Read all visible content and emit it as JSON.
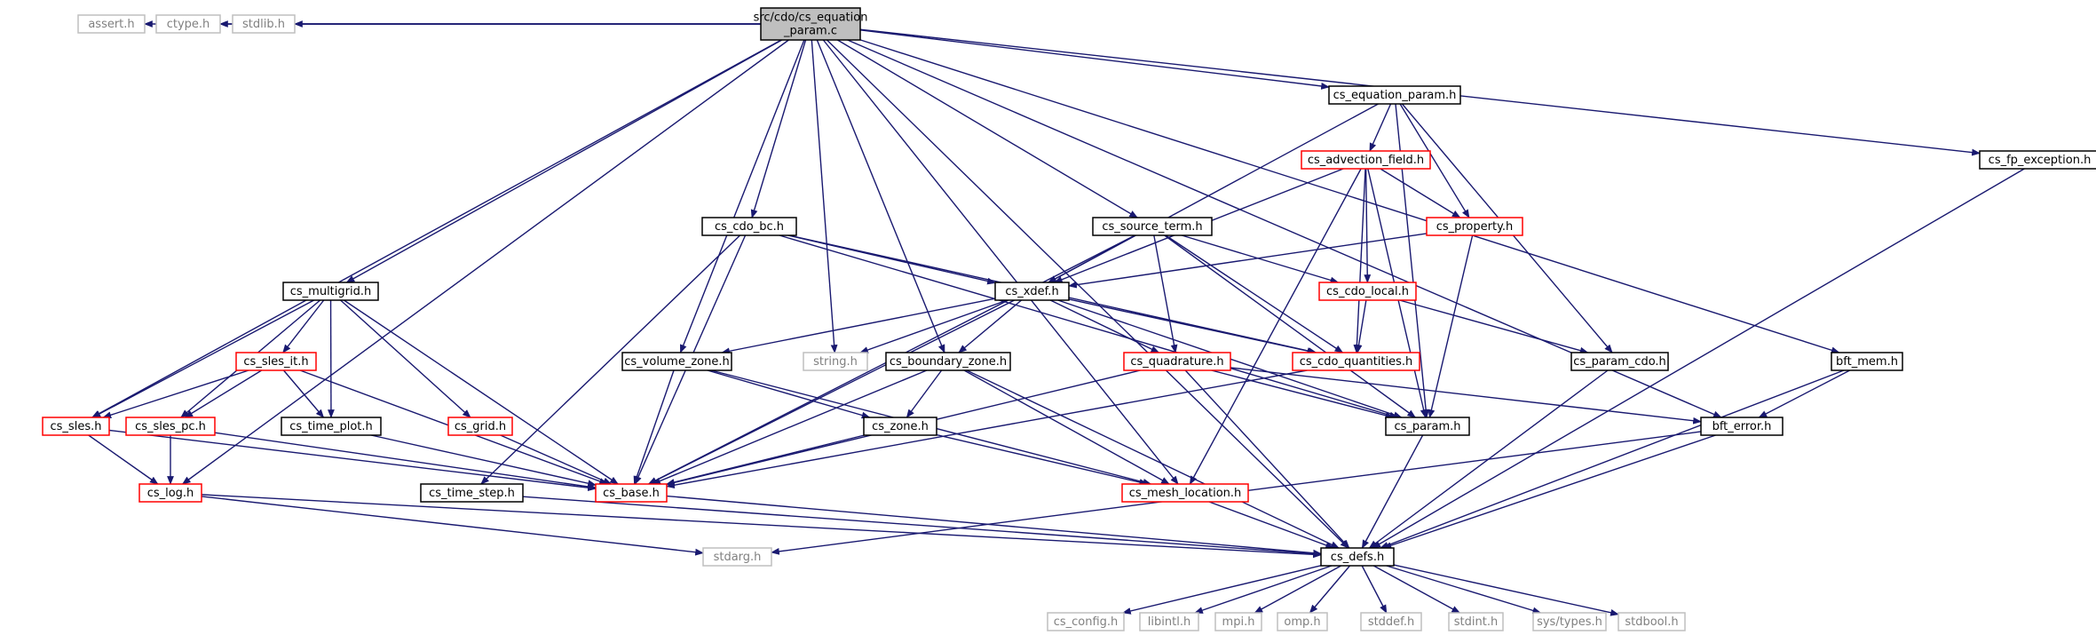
{
  "colors": {
    "root_fill": "#bfbfbf",
    "edge": "#191970",
    "plain_border": "#000000",
    "link_border": "#ff0000",
    "system_border": "#bfbfbf",
    "system_text": "#808080"
  },
  "nodes": {
    "root": {
      "label": [
        "src/cdo/cs_equation",
        "_param.c"
      ],
      "kind": "root"
    },
    "assert": {
      "label": "assert.h",
      "kind": "system"
    },
    "ctype": {
      "label": "ctype.h",
      "kind": "system"
    },
    "stdlib": {
      "label": "stdlib.h",
      "kind": "system"
    },
    "string": {
      "label": "string.h",
      "kind": "system"
    },
    "eqparam": {
      "label": "cs_equation_param.h",
      "kind": "plain"
    },
    "fpexc": {
      "label": "cs_fp_exception.h",
      "kind": "plain"
    },
    "advf": {
      "label": "cs_advection_field.h",
      "kind": "link"
    },
    "cdobc": {
      "label": "cs_cdo_bc.h",
      "kind": "plain"
    },
    "srcterm": {
      "label": "cs_source_term.h",
      "kind": "plain"
    },
    "property": {
      "label": "cs_property.h",
      "kind": "link"
    },
    "multigrid": {
      "label": "cs_multigrid.h",
      "kind": "plain"
    },
    "xdef": {
      "label": "cs_xdef.h",
      "kind": "plain"
    },
    "cdolocal": {
      "label": "cs_cdo_local.h",
      "kind": "link"
    },
    "slesit": {
      "label": "cs_sles_it.h",
      "kind": "link"
    },
    "volzone": {
      "label": "cs_volume_zone.h",
      "kind": "plain"
    },
    "bndzone": {
      "label": "cs_boundary_zone.h",
      "kind": "plain"
    },
    "quad": {
      "label": "cs_quadrature.h",
      "kind": "link"
    },
    "cdoq": {
      "label": "cs_cdo_quantities.h",
      "kind": "link"
    },
    "paramcdo": {
      "label": "cs_param_cdo.h",
      "kind": "plain"
    },
    "bftmem": {
      "label": "bft_mem.h",
      "kind": "plain"
    },
    "sles": {
      "label": "cs_sles.h",
      "kind": "link"
    },
    "slespc": {
      "label": "cs_sles_pc.h",
      "kind": "link"
    },
    "timeplot": {
      "label": "cs_time_plot.h",
      "kind": "plain"
    },
    "grid": {
      "label": "cs_grid.h",
      "kind": "link"
    },
    "zone": {
      "label": "cs_zone.h",
      "kind": "plain"
    },
    "param": {
      "label": "cs_param.h",
      "kind": "plain"
    },
    "bfterr": {
      "label": "bft_error.h",
      "kind": "plain"
    },
    "log": {
      "label": "cs_log.h",
      "kind": "link"
    },
    "timestep": {
      "label": "cs_time_step.h",
      "kind": "plain"
    },
    "base": {
      "label": "cs_base.h",
      "kind": "link"
    },
    "meshloc": {
      "label": "cs_mesh_location.h",
      "kind": "link"
    },
    "stdarg": {
      "label": "stdarg.h",
      "kind": "system"
    },
    "defs": {
      "label": "cs_defs.h",
      "kind": "plain"
    },
    "config": {
      "label": "cs_config.h",
      "kind": "system"
    },
    "libintl": {
      "label": "libintl.h",
      "kind": "system"
    },
    "mpi": {
      "label": "mpi.h",
      "kind": "system"
    },
    "omp": {
      "label": "omp.h",
      "kind": "system"
    },
    "stddef": {
      "label": "stddef.h",
      "kind": "system"
    },
    "stdint": {
      "label": "stdint.h",
      "kind": "system"
    },
    "systypes": {
      "label": "sys/types.h",
      "kind": "system"
    },
    "stdbool": {
      "label": "stdbool.h",
      "kind": "system"
    }
  },
  "edges": [
    [
      "root",
      "assert"
    ],
    [
      "root",
      "ctype"
    ],
    [
      "root",
      "stdlib"
    ],
    [
      "root",
      "string"
    ],
    [
      "root",
      "eqparam"
    ],
    [
      "root",
      "fpexc"
    ],
    [
      "root",
      "cdobc"
    ],
    [
      "root",
      "srcterm"
    ],
    [
      "root",
      "multigrid"
    ],
    [
      "root",
      "volzone"
    ],
    [
      "root",
      "bndzone"
    ],
    [
      "root",
      "sles"
    ],
    [
      "root",
      "log"
    ],
    [
      "root",
      "meshloc"
    ],
    [
      "root",
      "bfterr"
    ],
    [
      "root",
      "bftmem"
    ],
    [
      "root",
      "defs"
    ],
    [
      "eqparam",
      "advf"
    ],
    [
      "eqparam",
      "property"
    ],
    [
      "eqparam",
      "xdef"
    ],
    [
      "eqparam",
      "paramcdo"
    ],
    [
      "eqparam",
      "param"
    ],
    [
      "fpexc",
      "defs"
    ],
    [
      "advf",
      "property"
    ],
    [
      "advf",
      "cdolocal"
    ],
    [
      "advf",
      "cdoq"
    ],
    [
      "advf",
      "xdef"
    ],
    [
      "advf",
      "param"
    ],
    [
      "advf",
      "meshloc"
    ],
    [
      "cdobc",
      "xdef"
    ],
    [
      "cdobc",
      "cdoq"
    ],
    [
      "cdobc",
      "base"
    ],
    [
      "cdobc",
      "param"
    ],
    [
      "cdobc",
      "timestep"
    ],
    [
      "srcterm",
      "xdef"
    ],
    [
      "srcterm",
      "cdolocal"
    ],
    [
      "srcterm",
      "cdoq"
    ],
    [
      "srcterm",
      "quad"
    ],
    [
      "srcterm",
      "param"
    ],
    [
      "srcterm",
      "base"
    ],
    [
      "property",
      "xdef"
    ],
    [
      "property",
      "param"
    ],
    [
      "multigrid",
      "slesit"
    ],
    [
      "multigrid",
      "slespc"
    ],
    [
      "multigrid",
      "sles"
    ],
    [
      "multigrid",
      "timeplot"
    ],
    [
      "multigrid",
      "grid"
    ],
    [
      "multigrid",
      "base"
    ],
    [
      "xdef",
      "string"
    ],
    [
      "xdef",
      "volzone"
    ],
    [
      "xdef",
      "bndzone"
    ],
    [
      "xdef",
      "quad"
    ],
    [
      "xdef",
      "cdoq"
    ],
    [
      "xdef",
      "param"
    ],
    [
      "xdef",
      "base"
    ],
    [
      "cdolocal",
      "cdoq"
    ],
    [
      "cdolocal",
      "paramcdo"
    ],
    [
      "slesit",
      "sles"
    ],
    [
      "slesit",
      "slespc"
    ],
    [
      "slesit",
      "timeplot"
    ],
    [
      "slesit",
      "base"
    ],
    [
      "volzone",
      "zone"
    ],
    [
      "volzone",
      "meshloc"
    ],
    [
      "volzone",
      "base"
    ],
    [
      "bndzone",
      "zone"
    ],
    [
      "bndzone",
      "meshloc"
    ],
    [
      "bndzone",
      "base"
    ],
    [
      "bndzone",
      "defs"
    ],
    [
      "quad",
      "param"
    ],
    [
      "quad",
      "bfterr"
    ],
    [
      "quad",
      "base"
    ],
    [
      "quad",
      "defs"
    ],
    [
      "cdoq",
      "base"
    ],
    [
      "paramcdo",
      "defs"
    ],
    [
      "bftmem",
      "bfterr"
    ],
    [
      "bftmem",
      "defs"
    ],
    [
      "sles",
      "log"
    ],
    [
      "sles",
      "base"
    ],
    [
      "slespc",
      "log"
    ],
    [
      "slespc",
      "base"
    ],
    [
      "timeplot",
      "base"
    ],
    [
      "grid",
      "base"
    ],
    [
      "zone",
      "base"
    ],
    [
      "zone",
      "meshloc"
    ],
    [
      "param",
      "defs"
    ],
    [
      "bfterr",
      "stdarg"
    ],
    [
      "bfterr",
      "defs"
    ],
    [
      "log",
      "stdarg"
    ],
    [
      "log",
      "defs"
    ],
    [
      "timestep",
      "defs"
    ],
    [
      "base",
      "defs"
    ],
    [
      "meshloc",
      "defs"
    ],
    [
      "defs",
      "config"
    ],
    [
      "defs",
      "libintl"
    ],
    [
      "defs",
      "mpi"
    ],
    [
      "defs",
      "omp"
    ],
    [
      "defs",
      "stddef"
    ],
    [
      "defs",
      "stdint"
    ],
    [
      "defs",
      "systypes"
    ],
    [
      "defs",
      "stdbool"
    ]
  ]
}
